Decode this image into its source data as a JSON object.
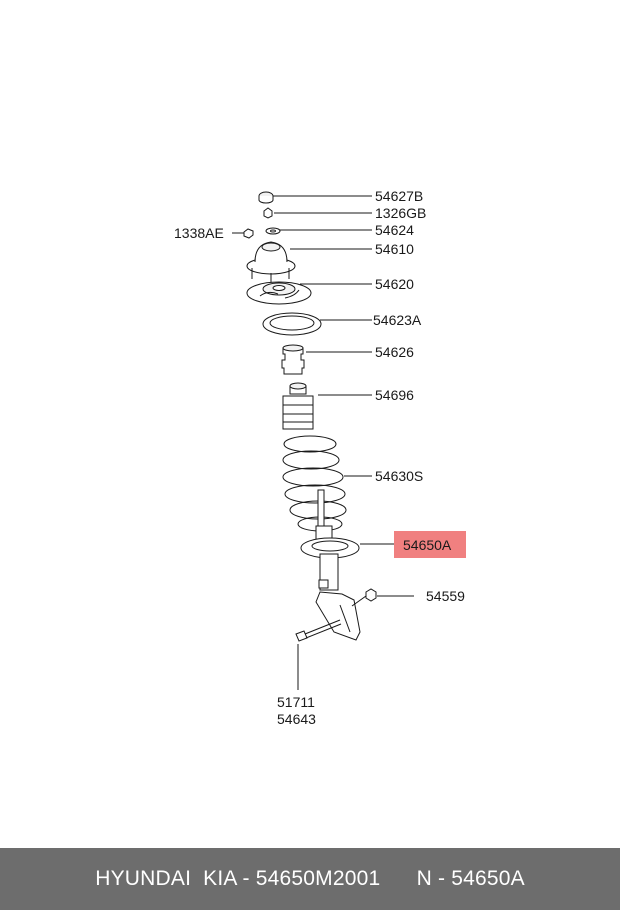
{
  "labels": {
    "p54627b": "54627B",
    "p1326gb": "1326GB",
    "p54624": "54624",
    "p1338ae": "1338AE",
    "p54610": "54610",
    "p54620": "54620",
    "p54623a": "54623A",
    "p54626": "54626",
    "p54696": "54696",
    "p54630s": "54630S",
    "p54650a": "54650A",
    "p54559": "54559",
    "p51711": "51711",
    "p54643": "54643"
  },
  "highlight_color": "#f08080",
  "footer": {
    "brand": "HYUNDAI  KIA - 54650M2001",
    "part": "N - 54650A"
  }
}
